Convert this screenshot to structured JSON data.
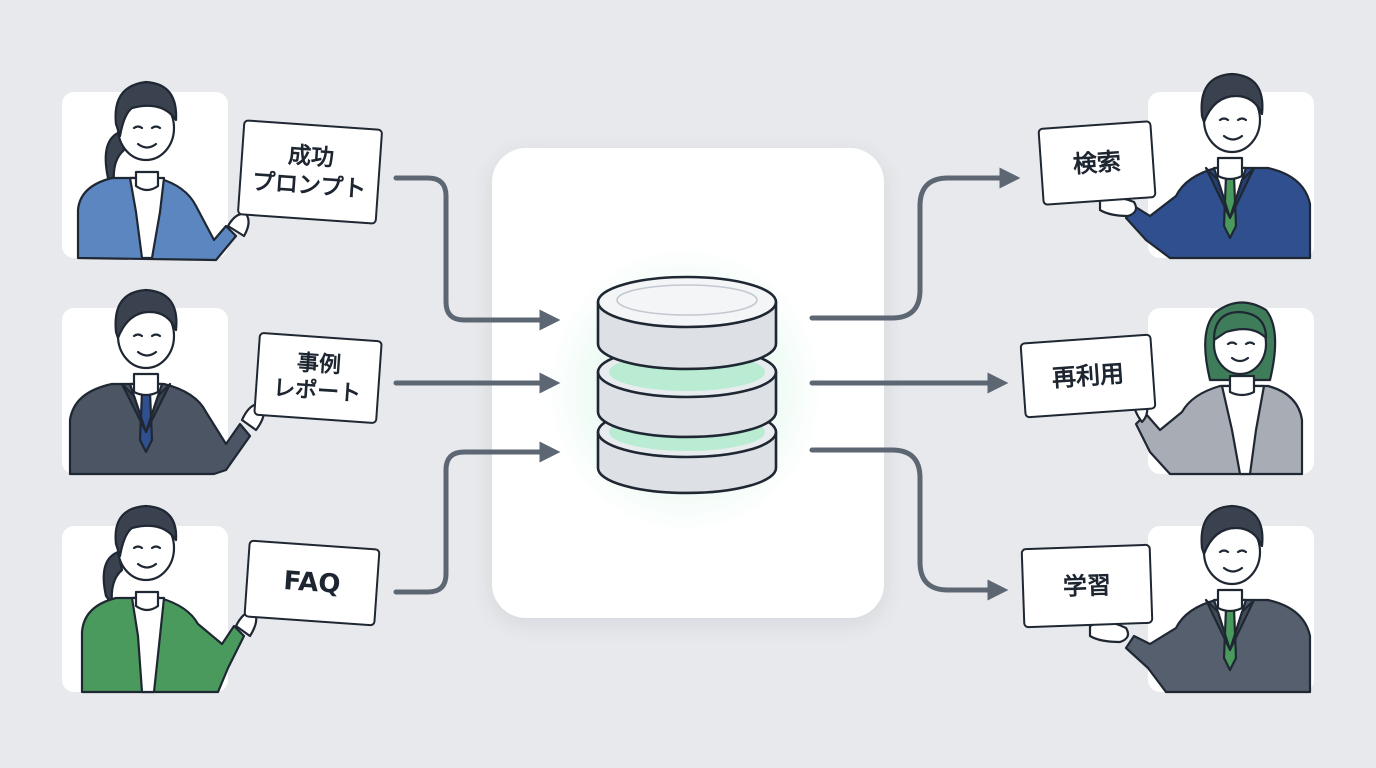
{
  "inputs": [
    {
      "lines": [
        "成功",
        "プロンプト"
      ],
      "suit_color": "#5b86c0"
    },
    {
      "lines": [
        "事例",
        "レポート"
      ],
      "suit_color": "#4b5563"
    },
    {
      "lines": [
        "FAQ"
      ],
      "suit_color": "#4a9a5e"
    }
  ],
  "outputs": [
    {
      "lines": [
        "検索"
      ],
      "suit_color": "#2f4f8f"
    },
    {
      "lines": [
        "再利用"
      ],
      "suit_color": "#a8adb5"
    },
    {
      "lines": [
        "学習"
      ],
      "suit_color": "#555f6d"
    }
  ],
  "colors": {
    "background": "#e7e9ec",
    "arrow": "#5d6673",
    "outline": "#1f2733",
    "database_fill": "#dde1e6",
    "glow": "#7fdcae"
  },
  "icons": {
    "hub": "database-icon",
    "connector": "arrow-icon"
  }
}
